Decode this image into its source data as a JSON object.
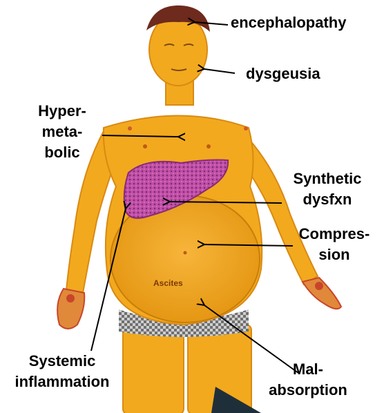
{
  "labels": {
    "encephalopathy": "encephalopathy",
    "dysgeusia": "dysgeusia",
    "hypermetabolic": [
      "Hyper-",
      "meta-",
      "bolic"
    ],
    "synthetic": [
      "Synthetic",
      "dysfxn"
    ],
    "compression": [
      "Compres-",
      "sion"
    ],
    "systemic": [
      "Systemic",
      "inflammation"
    ],
    "malabsorption": [
      "Mal-",
      "absorption"
    ],
    "ascites": "Ascites"
  },
  "colors": {
    "skin": "#f2a91e",
    "skin_shadow": "#d98a12",
    "hair": "#6e2a1c",
    "liver": "#c04fa6",
    "liver_dots": "#7a2a6e",
    "shorts": "#8a8a8a",
    "hands": "#c8452a",
    "arrow": "#000000",
    "corner_triangle": "#1f2f3a"
  }
}
